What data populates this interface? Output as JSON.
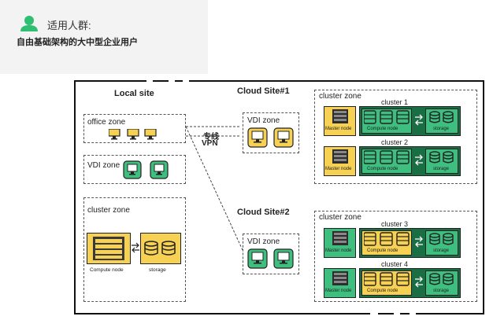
{
  "header": {
    "title": "适用人群:",
    "subtitle": "自由基础架构的大中型企业用户"
  },
  "diagram": {
    "local_site": "Local site",
    "cloud_site_1": "Cloud Site#1",
    "cloud_site_2": "Cloud Site#2",
    "office_zone": "office zone",
    "vdi_zone_local": "VDI zone",
    "vdi_zone_cloud1": "VDI zone",
    "vdi_zone_cloud2": "VDI zone",
    "cluster_zone_local": "cluster zone",
    "cluster_zone_cloud1": "cluster zone",
    "cluster_zone_cloud2": "cluster zone",
    "vpn_line1": "专线",
    "vpn_line2": "VPN",
    "local_compute_node": "Compute node",
    "local_storage": "storage",
    "clusters": [
      {
        "name": "cluster 1",
        "master": "Master node",
        "compute": "Compute node",
        "storage": "storage"
      },
      {
        "name": "cluster 2",
        "master": "Master node",
        "compute": "Compute node",
        "storage": "storage"
      },
      {
        "name": "cluster 3",
        "master": "Master node",
        "compute": "Compute node",
        "storage": "storage"
      },
      {
        "name": "cluster 4",
        "master": "Master node",
        "compute": "Compute node",
        "storage": "storage"
      }
    ]
  },
  "colors": {
    "yellow": "#f7d154",
    "green": "#3fbf7f",
    "dark_green": "#1a6e43",
    "header_bg": "#f3f3f3",
    "user_icon": "#2fbf73"
  }
}
